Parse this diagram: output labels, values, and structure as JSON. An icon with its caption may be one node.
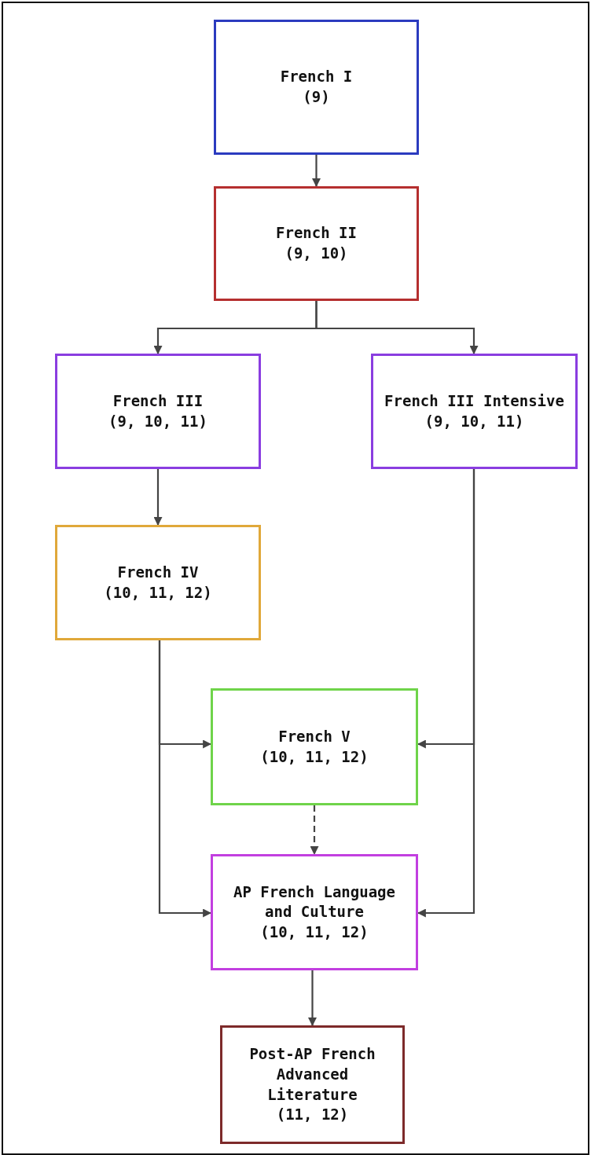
{
  "diagram": {
    "nodes": [
      {
        "text": [
          "French I",
          "(9)"
        ]
      },
      {
        "text": [
          "French II",
          "(9, 10)"
        ]
      },
      {
        "text": [
          "French III",
          "(9, 10, 11)"
        ]
      },
      {
        "text": [
          "French III Intensive",
          "(9, 10, 11)"
        ]
      },
      {
        "text": [
          "French IV",
          "(10, 11, 12)"
        ]
      },
      {
        "text": [
          "French V",
          "(10, 11, 12)"
        ]
      },
      {
        "text": [
          "AP French Language and Culture",
          "(10, 11, 12)"
        ]
      },
      {
        "text": [
          "Post-AP French Advanced Literature",
          "(11, 12)"
        ]
      }
    ],
    "edges": [
      {
        "from": 0,
        "to": 1,
        "arrow": "to"
      },
      {
        "from": 1,
        "to": 2,
        "arrow": "to"
      },
      {
        "from": 1,
        "to": 3,
        "arrow": "to"
      },
      {
        "from": 2,
        "to": 4,
        "arrow": "to"
      },
      {
        "from": 4,
        "to": 5,
        "arrow": "to"
      },
      {
        "from": 4,
        "to": 6,
        "arrow": "to"
      },
      {
        "from": 3,
        "to": 5,
        "arrow": "to"
      },
      {
        "from": 3,
        "to": 6,
        "arrow": "to"
      },
      {
        "from": 5,
        "to": 6,
        "arrow": "to",
        "style": "dashed"
      },
      {
        "from": 6,
        "to": 7,
        "arrow": "to"
      }
    ]
  }
}
